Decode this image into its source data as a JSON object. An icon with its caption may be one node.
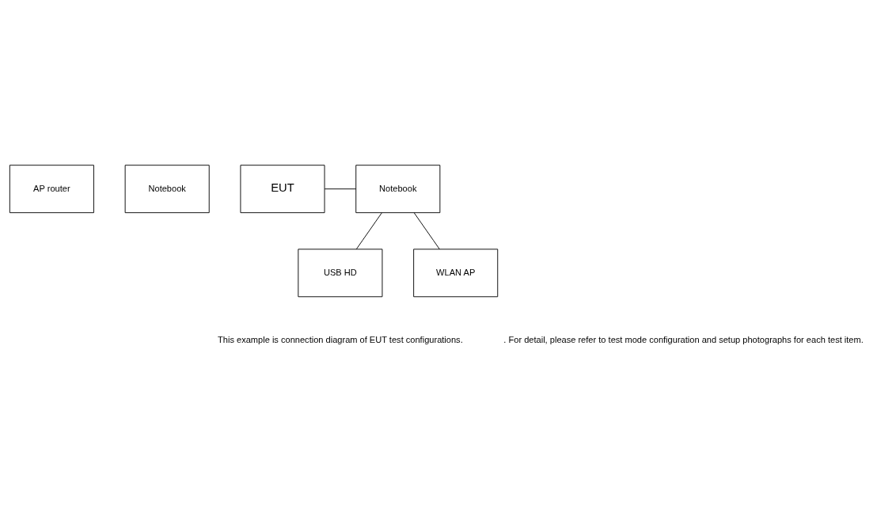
{
  "diagram": {
    "nodes": [
      {
        "text": [
          "AP router"
        ]
      },
      {
        "text": [
          "Notebook"
        ]
      },
      {
        "text": [
          "EUT"
        ]
      },
      {
        "text": [
          "Notebook"
        ]
      },
      {
        "text": [
          "USB HD"
        ]
      },
      {
        "text": [
          "WLAN AP"
        ]
      }
    ],
    "edges": [
      {
        "from": 2,
        "to": 3,
        "arrow": "none"
      },
      {
        "from": 3,
        "to": 4,
        "arrow": "none"
      },
      {
        "from": 3,
        "to": 5,
        "arrow": "none"
      }
    ],
    "labels": [
      "This example is connection diagram of EUT test configurations.",
      ". For detail, please refer to test mode configuration and setup photographs for each test item."
    ]
  }
}
